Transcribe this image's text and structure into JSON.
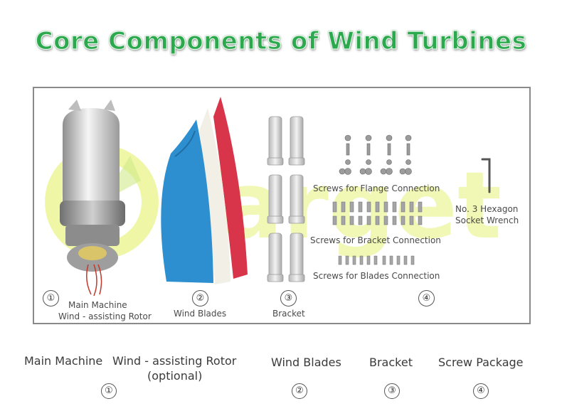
{
  "title": "Core Components of Wind Turbines",
  "watermark": {
    "text": "Target",
    "color": "#e6f27a"
  },
  "panel": {
    "numbers": [
      "①",
      "②",
      "③",
      "④"
    ],
    "labels": {
      "main_machine": "Main Machine",
      "rotor": "Wind - assisting Rotor",
      "wind_blades": "Wind Blades",
      "bracket": "Bracket",
      "flange_screws": "Screws for Flange Connection",
      "bracket_screws": "Screws for Bracket Connection",
      "blade_screws": "Screws for Blades Connection",
      "hex_line1": "No. 3 Hexagon",
      "hex_line2": "Socket Wrench"
    }
  },
  "captions": {
    "main_machine": "Main Machine",
    "rotor_line1": "Wind - assisting Rotor",
    "rotor_line2": "(optional)",
    "wind_blades": "Wind Blades",
    "bracket": "Bracket",
    "screw_package": "Screw Package",
    "n1": "①",
    "n2": "②",
    "n3": "③",
    "n4": "④"
  },
  "colors": {
    "title": "#2ca84d",
    "blade_blue": "#2e8fd0",
    "blade_red": "#d8344a",
    "panel_border": "#8a8a8a"
  }
}
